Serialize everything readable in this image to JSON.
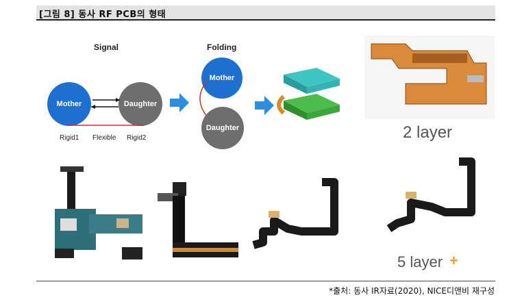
{
  "title": "[그림 8] 동사 RF PCB의 형태",
  "diagram": {
    "signal_label": "Signal",
    "folding_label": "Folding",
    "mother_label": "Mother",
    "daughter_label": "Daughter",
    "rigid1_label": "Rigid1",
    "flexible_label": "Flexible",
    "rigid2_label": "Rigid2",
    "mother_color": "#1f6fd1",
    "daughter_color": "#6e6e6e",
    "arrow_color": "#2d8ee0"
  },
  "photos": {
    "layer2_label": "2 layer",
    "layer5_label": "5 layer",
    "plus_sign": "+",
    "plus_color": "#f0a020"
  },
  "source": "*출처: 동사 IR자료(2020), NICE디앤비 재구성"
}
